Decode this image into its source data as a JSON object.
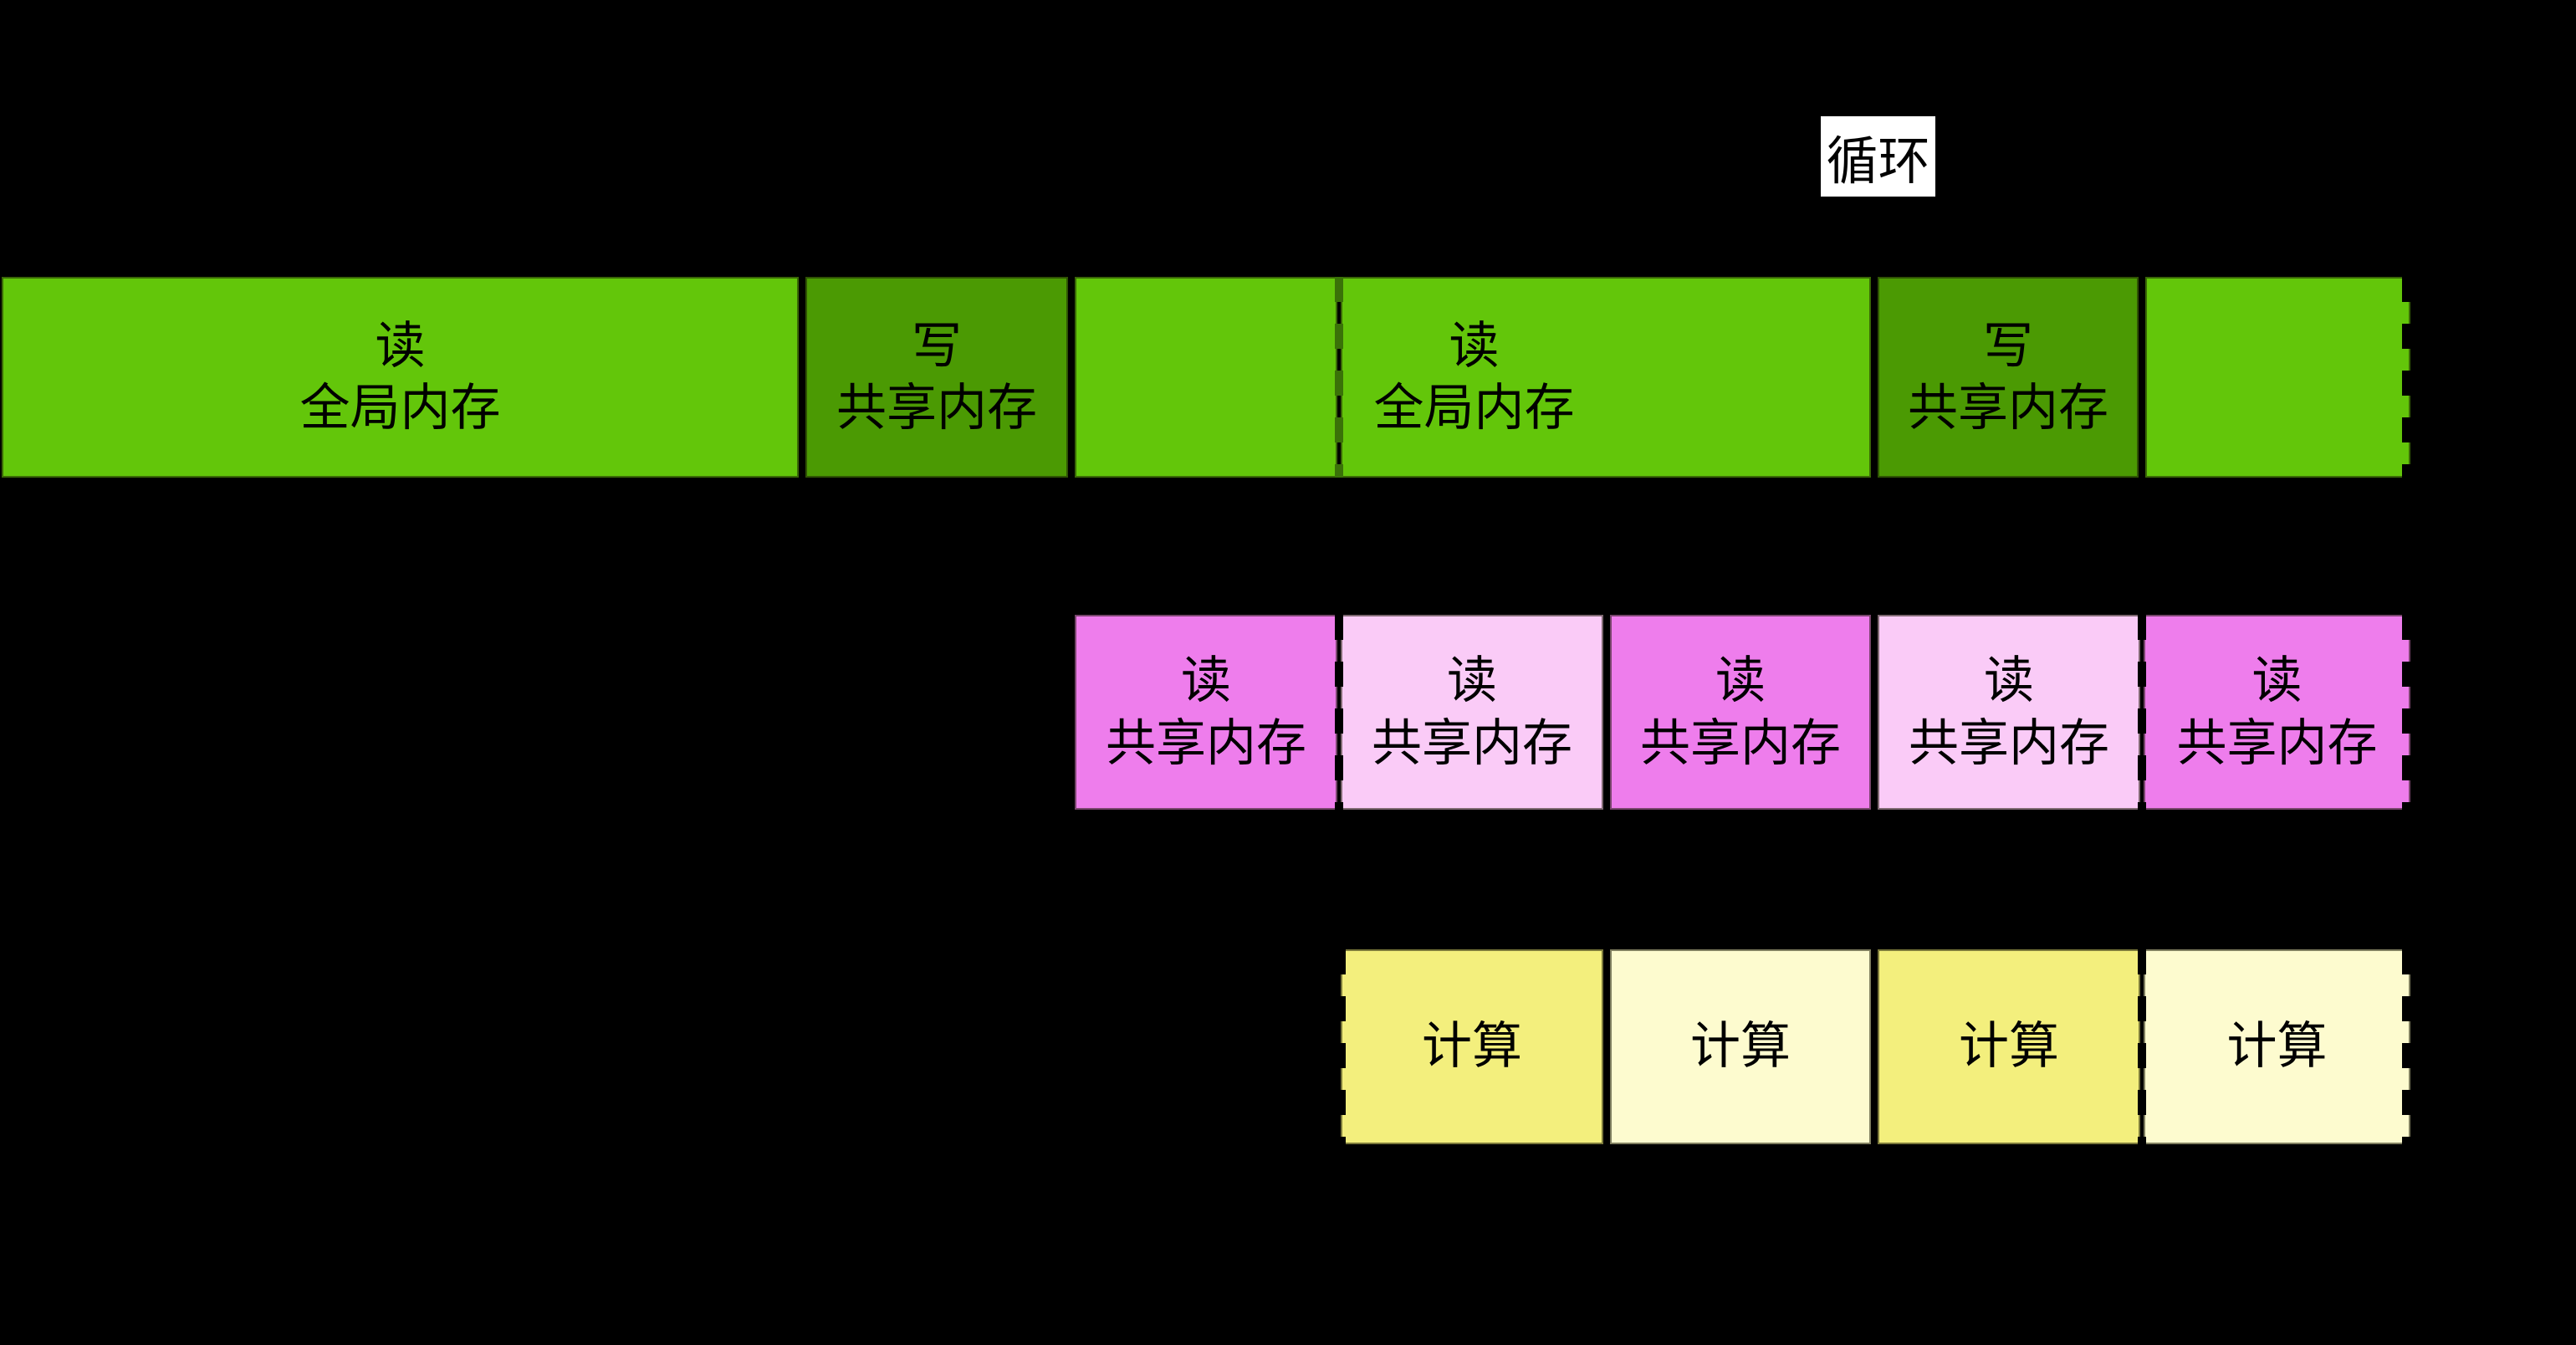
{
  "loop_label": "循环",
  "palette": {
    "background": "#000000",
    "green_bright": "#63C60A",
    "green_dark": "#4B9A03",
    "pink_bright": "#EE7DEC",
    "pink_light": "#FACBF7",
    "yellow_bright": "#F3EF7D",
    "yellow_light": "#FDFBCF",
    "iteration_dash_on_green": "#3A7208",
    "iteration_dash": "#000000",
    "loop_label_bg": "#FFFFFF",
    "text": "#000000"
  },
  "rows": {
    "global": {
      "blocks": [
        {
          "op": "读",
          "target": "全局内存"
        },
        {
          "op": "写",
          "target": "共享内存"
        },
        {},
        {
          "op": "读",
          "target": "全局内存"
        },
        {
          "op": "写",
          "target": "共享内存"
        },
        {}
      ]
    },
    "shared": {
      "blocks": [
        {
          "op": "读",
          "target": "共享内存"
        },
        {
          "op": "读",
          "target": "共享内存"
        },
        {
          "op": "读",
          "target": "共享内存"
        },
        {
          "op": "读",
          "target": "共享内存"
        },
        {
          "op": "读",
          "target": "共享内存"
        }
      ]
    },
    "compute": {
      "blocks": [
        {
          "label": "计算"
        },
        {
          "label": "计算"
        },
        {
          "label": "计算"
        },
        {
          "label": "计算"
        }
      ]
    }
  }
}
